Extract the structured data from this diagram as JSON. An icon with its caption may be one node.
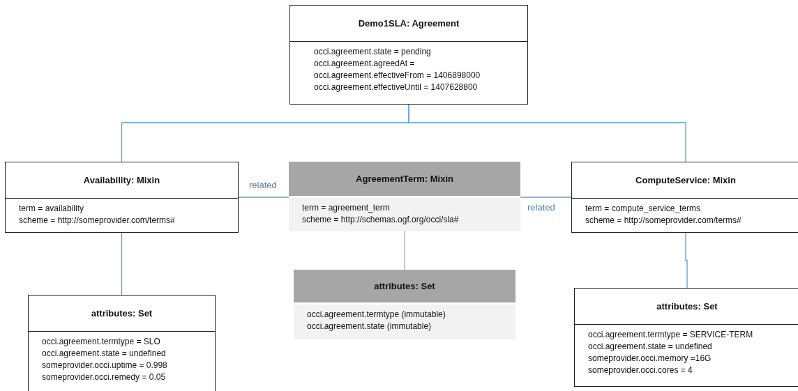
{
  "diagram": {
    "nodes": [
      {
        "text": [
          "Demo1SLA: Agreement",
          "occi.agreement.state = pending",
          "occi.agreement.agreedAt =",
          "occi.agreement.effectiveFrom = 1406898000",
          "occi.agreement.effectiveUntil = 1407628800"
        ]
      },
      {
        "text": [
          "Availability: Mixin",
          "term = availability",
          "scheme = http://someprovider.com/terms#"
        ]
      },
      {
        "text": [
          "AgreementTerm: Mixin",
          "term = agreement_term",
          "scheme = http://schemas.ogf.org/occi/sla#"
        ]
      },
      {
        "text": [
          "ComputeService: Mixin",
          "term = compute_service_terms",
          "scheme = http://someprovider.com/terms#"
        ]
      },
      {
        "text": [
          "attributes: Set",
          "occi.agreement.termtype = SLO",
          "occi.agreement.state = undefined",
          "someprovider.occi.uptime = 0.998",
          "someprovider.occi.remedy = 0.05"
        ]
      },
      {
        "text": [
          "attributes: Set",
          "occi.agreement.termtype (immutable)",
          "occi.agreement.state (immutable)"
        ]
      },
      {
        "text": [
          "attributes: Set",
          "occi.agreement.termtype = SERVICE-TERM",
          "occi.agreement.state = undefined",
          "someprovider.occi.memory =16G",
          "someprovider.occi.cores = 4"
        ]
      }
    ],
    "edges": [
      {
        "from": 0,
        "to": 1,
        "arrow": "none"
      },
      {
        "from": 0,
        "to": 3,
        "arrow": "none"
      },
      {
        "from": 1,
        "to": 2,
        "arrow": "none",
        "label": "related"
      },
      {
        "from": 2,
        "to": 3,
        "arrow": "none",
        "label": "related"
      },
      {
        "from": 1,
        "to": 4,
        "arrow": "none"
      },
      {
        "from": 2,
        "to": 5,
        "arrow": "none",
        "color": "#a6a6a6"
      },
      {
        "from": 3,
        "to": 6,
        "arrow": "none"
      }
    ]
  }
}
